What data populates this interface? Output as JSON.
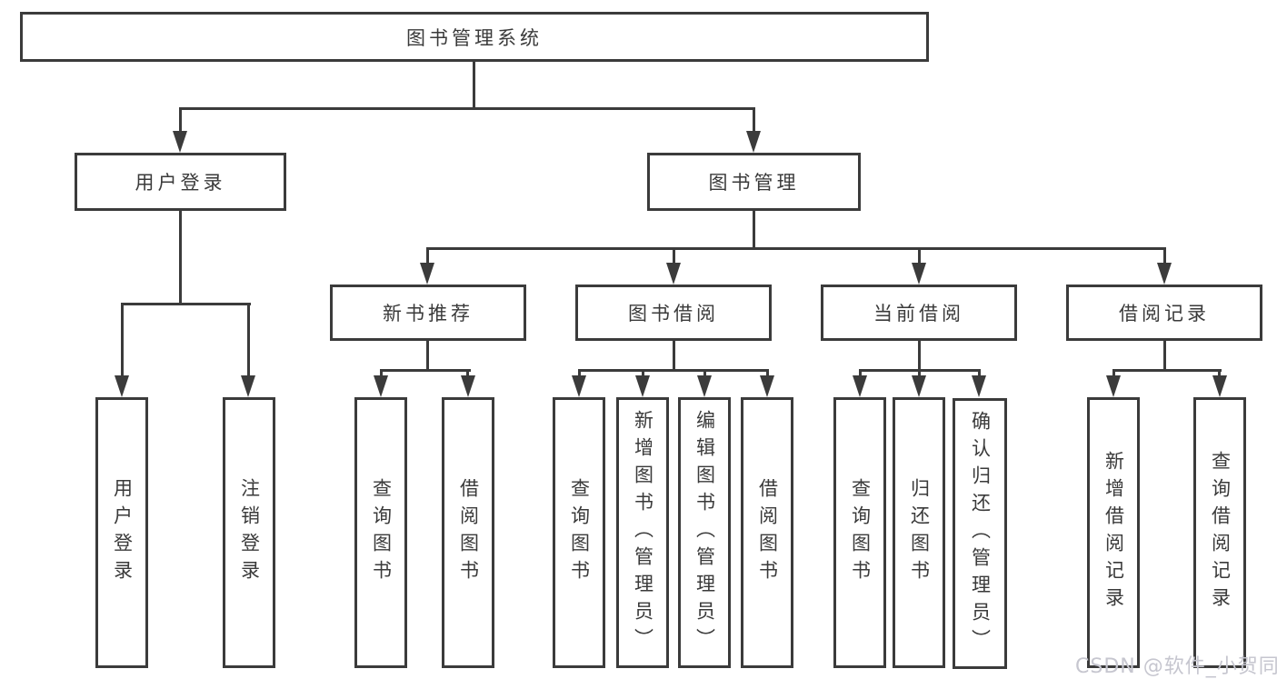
{
  "diagram": {
    "root": {
      "label": "图书管理系统"
    },
    "branches": [
      {
        "label": "用户登录",
        "children": [
          {
            "label": "用户登录"
          },
          {
            "label": "注销登录"
          }
        ]
      },
      {
        "label": "图书管理",
        "sections": [
          {
            "label": "新书推荐",
            "children": [
              {
                "label": "查询图书"
              },
              {
                "label": "借阅图书"
              }
            ]
          },
          {
            "label": "图书借阅",
            "children": [
              {
                "label": "查询图书"
              },
              {
                "label": "新增图书（管理员）"
              },
              {
                "label": "编辑图书（管理员）"
              },
              {
                "label": "借阅图书"
              }
            ]
          },
          {
            "label": "当前借阅",
            "children": [
              {
                "label": "查询图书"
              },
              {
                "label": "归还图书"
              },
              {
                "label": "确认归还（管理员）"
              }
            ]
          },
          {
            "label": "借阅记录",
            "children": [
              {
                "label": "新增借阅记录"
              },
              {
                "label": "查询借阅记录"
              }
            ]
          }
        ]
      }
    ]
  },
  "watermark": {
    "text": "CSDN @软件_小贺同学"
  },
  "colors": {
    "line": "#3b3b3b",
    "text": "#3a3a3a",
    "watermark": "#c6c6cf"
  }
}
